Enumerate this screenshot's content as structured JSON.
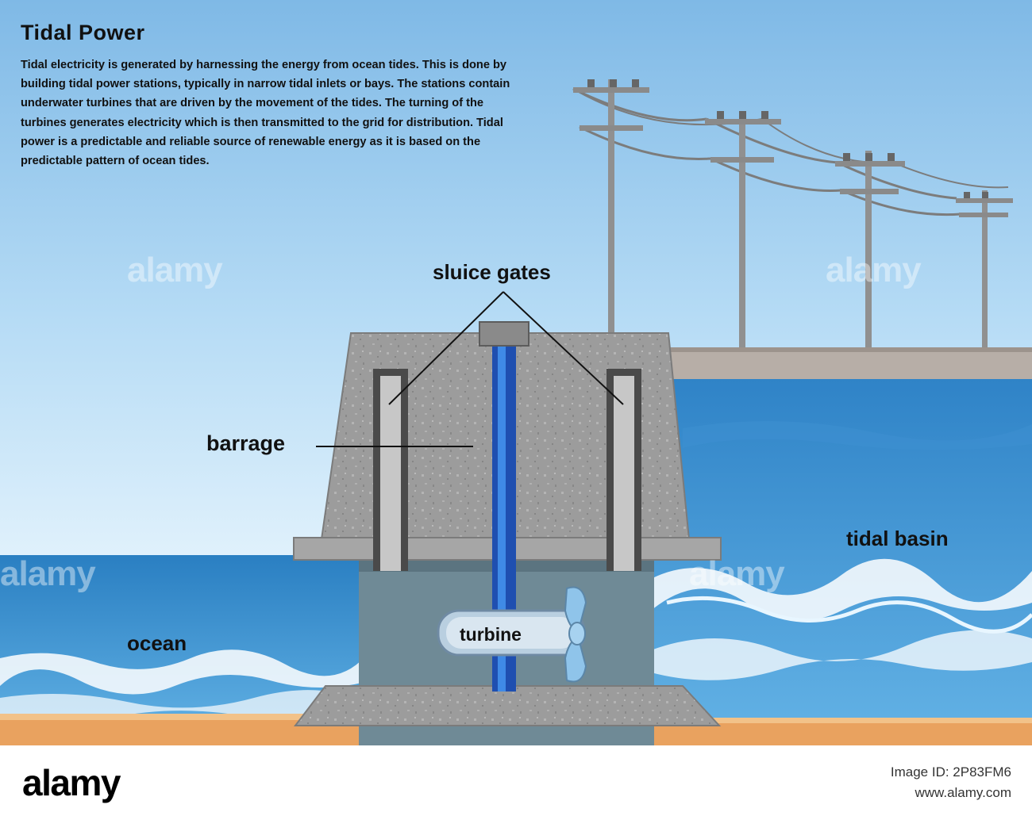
{
  "title": "Tidal Power",
  "description": "Tidal electricity is generated by harnessing the energy from ocean tides. This is done by building tidal power stations, typically in narrow tidal inlets or bays. The stations contain underwater turbines that are driven by the movement of the tides. The turning of the turbines generates electricity which is then transmitted to the grid for distribution. Tidal power is a predictable and reliable source of renewable energy as it is based on the predictable pattern of ocean tides.",
  "labels": {
    "sluice_gates": "sluice gates",
    "barrage": "barrage",
    "tidal_basin": "tidal basin",
    "ocean": "ocean",
    "turbine": "turbine"
  },
  "watermark": "alamy",
  "footer": {
    "brand": "alamy",
    "image_id": "Image ID: 2P83FM6",
    "url": "www.alamy.com"
  },
  "colors": {
    "sky_top": "#7fb9e6",
    "sky_bottom": "#d6ecfa",
    "ocean": "#2e86c9",
    "basin_water": "#4c9bd6",
    "sand": "#e9a25f",
    "concrete": "#9a9a9a",
    "wall": "#6f8a96",
    "pipe": "#1f5fc4"
  }
}
